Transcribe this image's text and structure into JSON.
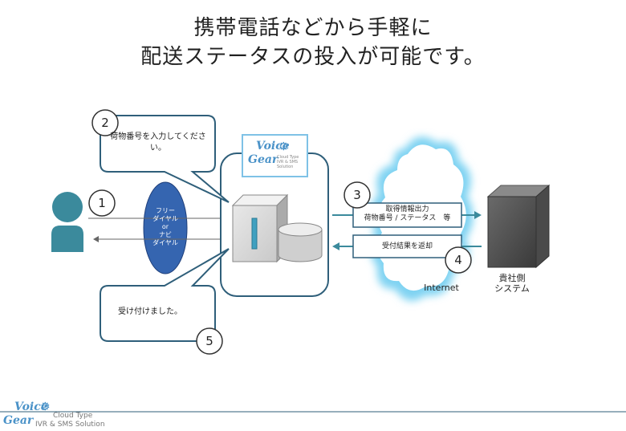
{
  "title": {
    "line1": "携帯電話などから手軽に",
    "line2": "配送ステータスの投入が可能です。"
  },
  "callouts": {
    "input_prompt": "荷物番号を入力してください。",
    "accepted": "受け付けました。"
  },
  "dial": {
    "line1": "フリー",
    "line2": "ダイヤル",
    "line3": "or",
    "line4": "ナビ",
    "line5": "ダイヤル"
  },
  "steps": [
    "1",
    "2",
    "3",
    "4",
    "5"
  ],
  "flows": {
    "output_line1": "取得情報出力",
    "output_line2": "荷物番号 / ステータス　等",
    "return": "受付結果を返却"
  },
  "cloud_label": "Internet",
  "client_system": {
    "line1": "貴社側",
    "line2": "システム"
  },
  "voicegear_logo": {
    "voice": "Voice",
    "gear": "Gear",
    "sub1": "Cloud Type",
    "sub2": "IVR & SMS Solution"
  },
  "footer_logo": {
    "voice": "Voice",
    "gear": "Gear",
    "sub1": "Cloud Type",
    "sub2": "IVR & SMS Solution"
  },
  "colors": {
    "frame": "#2f5f7a",
    "person": "#3b8a9c",
    "ellipse": "#3565b0",
    "cloud_glow": "#7fd3f2",
    "arrow": "#3b8a9c",
    "logo": "#4a92c8"
  }
}
